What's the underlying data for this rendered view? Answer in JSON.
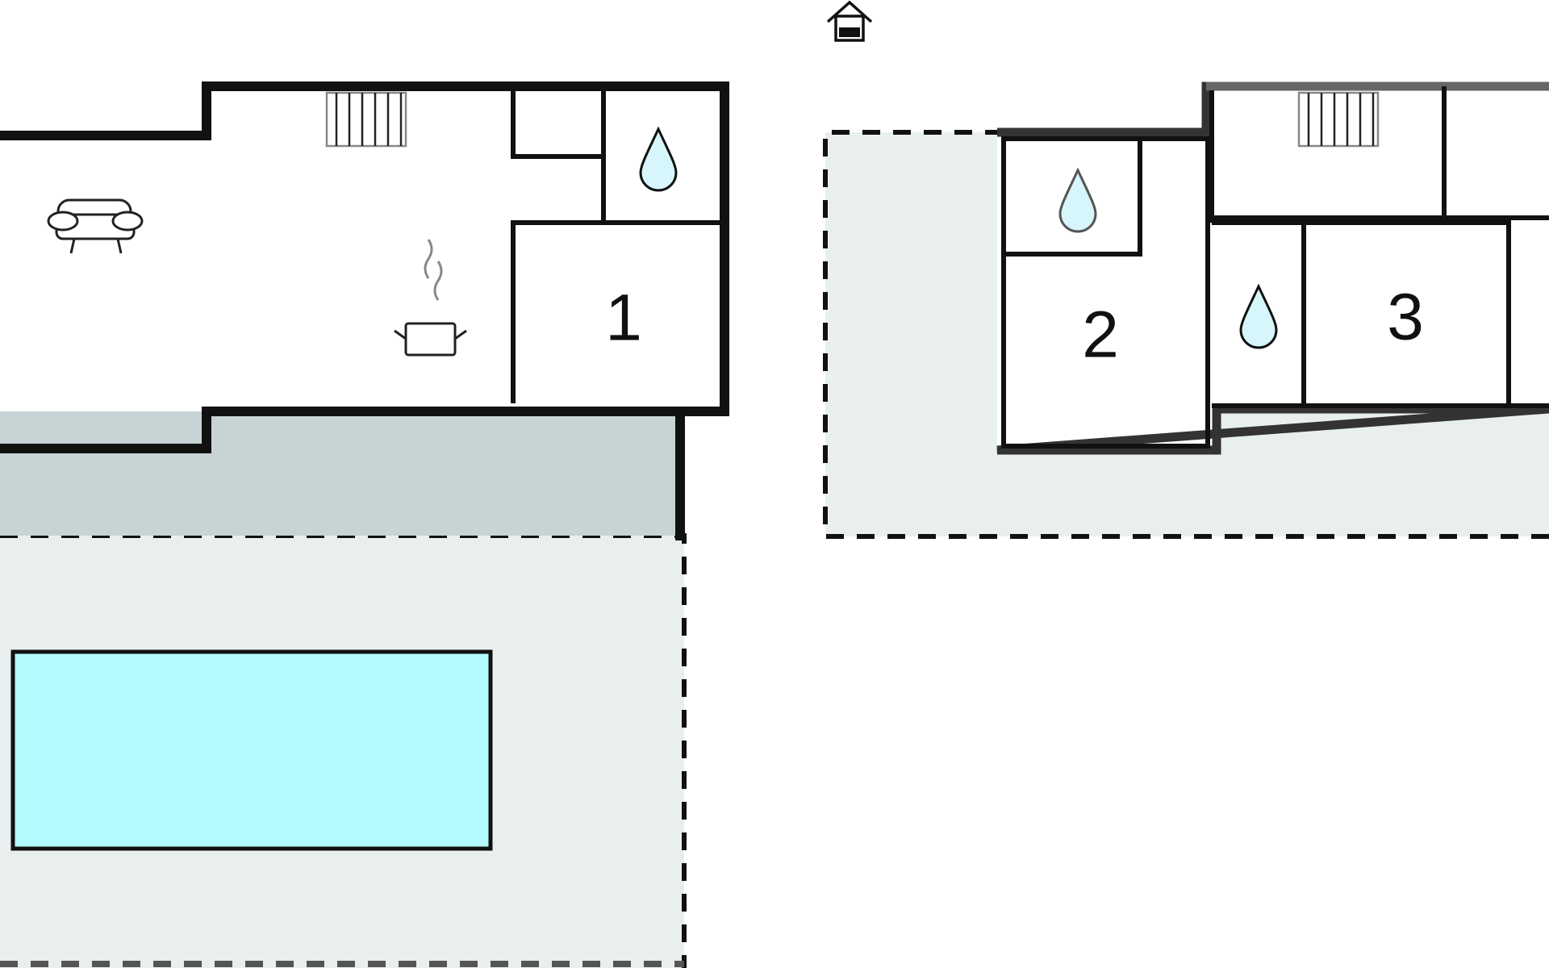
{
  "floorplan": {
    "rooms": [
      {
        "id": "room-1",
        "label": "1"
      },
      {
        "id": "room-2",
        "label": "2"
      },
      {
        "id": "room-3",
        "label": "3"
      }
    ],
    "icons": [
      "house-entrance-icon",
      "sofa-icon",
      "cooking-pot-icon",
      "water-drop-icon",
      "stairs-icon"
    ],
    "colors": {
      "wall": "#111111",
      "terrace": "#c7d3d4",
      "outdoor_area": "#e9efef",
      "pool": "#b3fbfe",
      "drop": "#d6f6fb"
    }
  }
}
